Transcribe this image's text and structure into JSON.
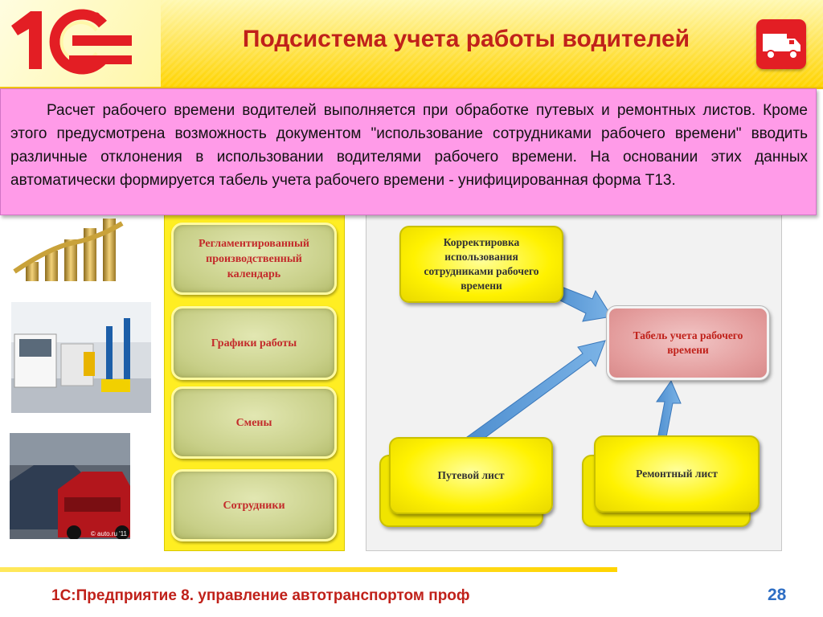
{
  "header": {
    "logo_text": "1С",
    "title": "Подсистема учета работы водителей",
    "icon": "truck-icon"
  },
  "intro": {
    "text": "Расчет рабочего времени водителей выполняется при обработке путевых и ремонтных листов. Кроме этого предусмотрена возможность документом \"использование сотрудниками рабочего времени\" вводить различные отклонения в использовании водителями рабочего времени. На основании этих данных автоматически формируется табель учета рабочего времени - унифицированная форма Т13."
  },
  "left_menu": {
    "items": [
      "Регламентированный производственный календарь",
      "Графики работы",
      "Смены",
      "Сотрудники"
    ]
  },
  "diagram": {
    "correction": "Корректировка использования сотрудниками рабочего времени",
    "timesheet": "Табель учета рабочего времени",
    "waybill": "Путевой лист",
    "repair_sheet": "Ремонтный лист"
  },
  "photos": {
    "photo3_caption": "© auto.ru '11"
  },
  "footer": {
    "text": "1С:Предприятие 8. управление автотранспортом проф",
    "page_number": "28"
  },
  "colors": {
    "title_red": "#c0211a",
    "header_yellow": "#ffd400",
    "intro_pink": "#ff9be8",
    "node_yellow": "#fff200",
    "node_pink": "#e39b9b",
    "arrow_blue": "#5b9bd5",
    "page_number_blue": "#2e6ec4"
  }
}
